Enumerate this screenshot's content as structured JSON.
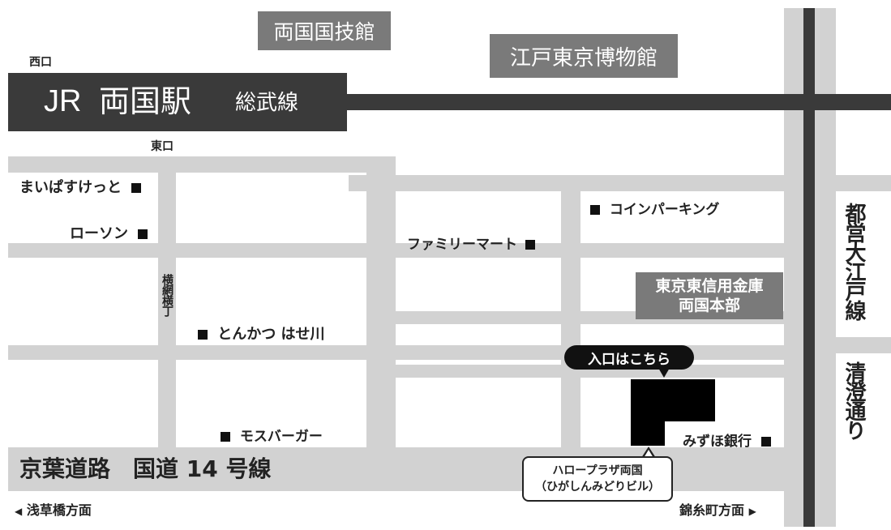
{
  "station": {
    "jr": "JR",
    "name": "両国駅",
    "line": "総武線",
    "west_exit": "西口",
    "east_exit": "東口"
  },
  "landmarks": {
    "kokugikan": "両国国技館",
    "edo_museum": "江戸東京博物館",
    "bank_line1": "東京東信用金庫",
    "bank_line2": "両国本部"
  },
  "shops": {
    "maipasuketto": "まいぱすけっと",
    "lawson": "ローソン",
    "familymart": "ファミリーマート",
    "coin_parking": "コインパーキング",
    "tonkatsu": "とんかつ はせ川",
    "mos": "モスバーガー",
    "mizuho": "みずほ銀行"
  },
  "streets": {
    "yokoami": "横網横丁",
    "oedo_line": "都営大江戸線",
    "kiyosumi": "清澄通り",
    "keiyo": "京葉道路　国道 14 号線"
  },
  "callouts": {
    "entrance": "入口はこちら",
    "building_line1": "ハロープラザ両国",
    "building_line2": "（ひがしんみどりビル）"
  },
  "directions": {
    "left": "浅草橋方面",
    "right": "錦糸町方面",
    "left_arrow": "◀",
    "right_arrow": "▶"
  },
  "colors": {
    "road": "#d2d2d2",
    "dark": "#3a3a3a",
    "landmark_box": "#7a7a7a",
    "target": "#000000"
  }
}
